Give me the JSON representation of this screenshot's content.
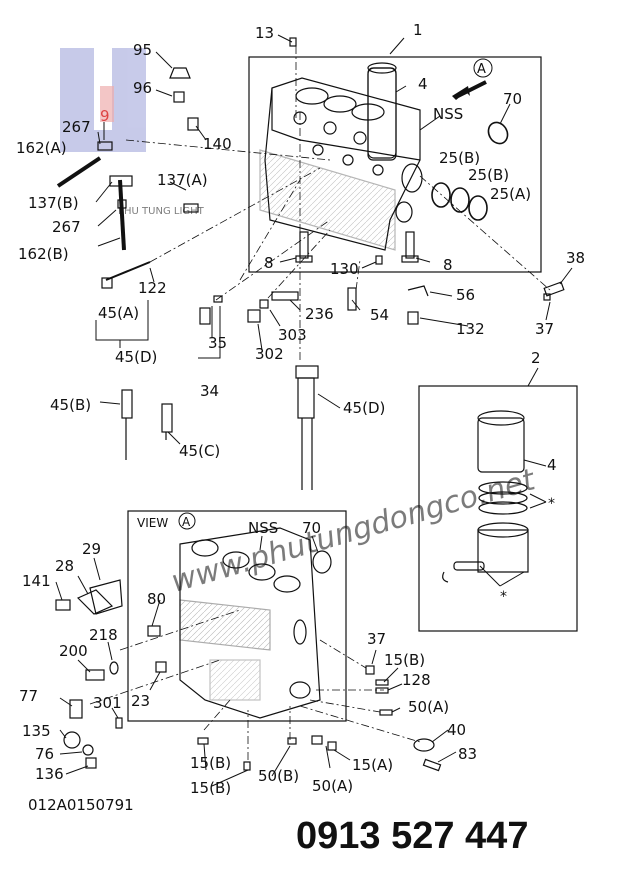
{
  "watermark": {
    "logo_text": "PHU TUNG LIGHT",
    "url": "www.phutungdongco.net",
    "color": "#3b3bd1"
  },
  "figure_id": "012A0150791",
  "view_label": "VIEW",
  "view_marker": "A",
  "nss_top": "NSS",
  "nss_view": "NSS",
  "phone": "0913 527 447",
  "phone_color": "#1a22c8",
  "star": "*",
  "labels": {
    "l13": "13",
    "l1": "1",
    "l95": "95",
    "l96": "96",
    "l9": "9",
    "l4a": "4",
    "l70a": "70",
    "l267a": "267",
    "l162a": "162(A)",
    "l140": "140",
    "l25b1": "25(B)",
    "l25b2": "25(B)",
    "l25a": "25(A)",
    "l137b": "137(B)",
    "l137a": "137(A)",
    "l267b": "267",
    "l162b": "162(B)",
    "l8a": "8",
    "l130": "130",
    "l8b": "8",
    "l38": "38",
    "l122": "122",
    "l56": "56",
    "l45a": "45(A)",
    "l236": "236",
    "l54": "54",
    "l132": "132",
    "l37a": "37",
    "l35": "35",
    "l303": "303",
    "l302": "302",
    "l45d1": "45(D)",
    "l2": "2",
    "l34": "34",
    "l45b": "45(B)",
    "l45d2": "45(D)",
    "l45c": "45(C)",
    "l4b": "4",
    "l70b": "70",
    "l28": "28",
    "l29": "29",
    "l141": "141",
    "l80": "80",
    "l218": "218",
    "l37b": "37",
    "l200": "200",
    "l15b1": "15(B)",
    "l128": "128",
    "l77": "77",
    "l301": "301",
    "l23": "23",
    "l50a1": "50(A)",
    "l135": "135",
    "l40": "40",
    "l76": "76",
    "l83": "83",
    "l136": "136",
    "l15b2": "15(B)",
    "l15a": "15(A)",
    "l15b3": "15(B)",
    "l50b": "50(B)",
    "l50a2": "50(A)"
  }
}
